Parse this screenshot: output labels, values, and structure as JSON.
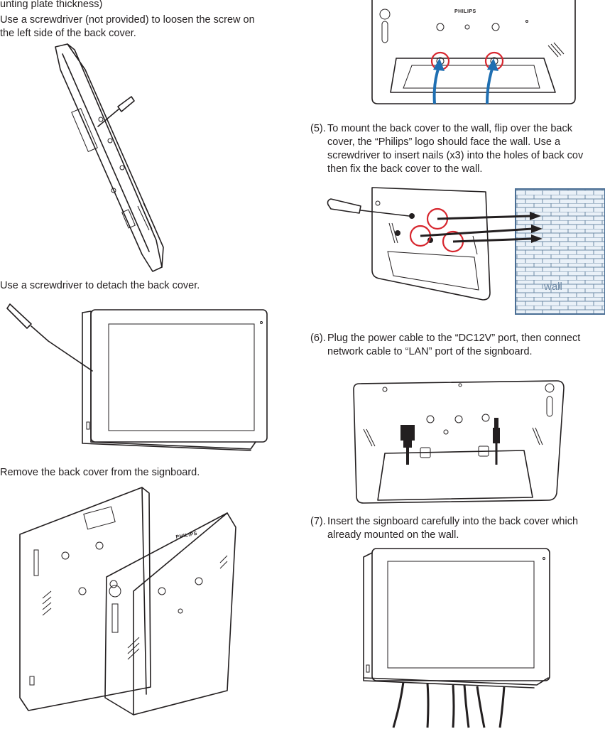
{
  "left_column": {
    "header_fragment": "unting plate thickness)",
    "step_2": [
      "Use a screwdriver (not provided) to loosen the screw on",
      "the left side of the back cover."
    ],
    "step_3": "Use a screwdriver to detach the back cover.",
    "step_4": "Remove the back cover from the signboard."
  },
  "right_column": {
    "step_5": {
      "number": "(5).",
      "lines": [
        "To mount the back cover to the wall, flip over the back",
        "cover, the “Philips” logo should face the wall. Use a",
        "screwdriver to insert nails (x3) into the holes of back cov",
        "then fix the back cover to the wall."
      ]
    },
    "step_6": {
      "number": "(6).",
      "lines": [
        "Plug the power cable to the “DC12V” port, then connect",
        "network cable to “LAN” port of the signboard."
      ]
    },
    "step_7": {
      "number": "(7).",
      "lines": [
        "Insert the signboard carefully into the back cover which",
        "already mounted on the wall."
      ]
    }
  },
  "illustration_labels": {
    "wall": "wall",
    "brand_logo": "PHILIPS"
  },
  "colors": {
    "text": "#231f20",
    "highlight_circle": "#d7262e",
    "arrow_blue": "#1f6fb2",
    "wall_brick": "#6e8aa6",
    "wall_fill": "#eaf1f8"
  }
}
